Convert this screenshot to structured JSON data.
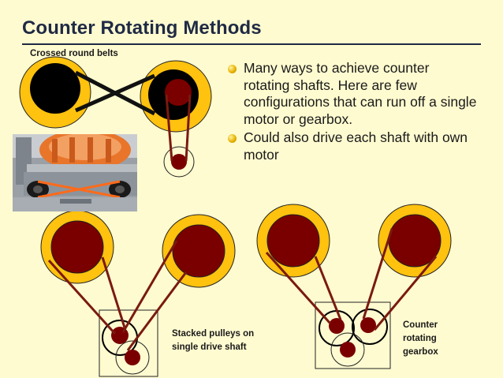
{
  "slide": {
    "title": "Counter Rotating Methods",
    "bullets": [
      "Many ways to achieve counter rotating shafts. Here are few configurations that can run off a single motor or gearbox.",
      "Could also drive each shaft with own motor"
    ],
    "captions": {
      "crossed_belts": "Crossed round belts",
      "stacked_pulleys": "Stacked pulleys on single drive shaft",
      "gearbox": "Counter rotating gearbox"
    }
  },
  "colors": {
    "background": "#fffbd0",
    "title_text": "#1f2a44",
    "pulley_outer": "#ffc20e",
    "pulley_inner": "#7a0000",
    "belt": "#7a1a10"
  },
  "icons": {
    "bullet": "bullet-icon",
    "photo": "robot-belt-photo"
  }
}
